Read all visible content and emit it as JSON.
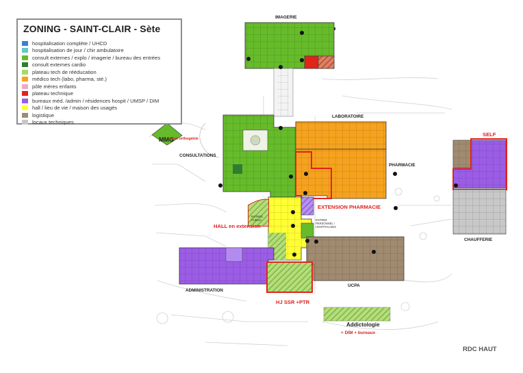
{
  "title": "ZONING - SAINT-CLAIR - Sète",
  "legend": [
    {
      "label": "hospitalisation complète / UHCD",
      "color": "#3a7fd5"
    },
    {
      "label": "hospitalisation de jour / chir ambulatoire",
      "color": "#66c8c8"
    },
    {
      "label": "consult externes / explo / imagerie / bureau des entrées",
      "color": "#66bb2a"
    },
    {
      "label": "consult externes cardio",
      "color": "#2f7d32"
    },
    {
      "label": "plateau tech de rééducation",
      "color": "#a6d96a"
    },
    {
      "label": "médico tech (labo, pharma, sté.)",
      "color": "#f5a21e"
    },
    {
      "label": "pôle mères enfants",
      "color": "#f4a6c8"
    },
    {
      "label": "plateau technique",
      "color": "#e2231a"
    },
    {
      "label": "bureaux méd. /admin / résidences hospit / UMSP / DIM",
      "color": "#9b5de5"
    },
    {
      "label": "hall / lieu de vie / maison des usagés",
      "color": "#ffff33"
    },
    {
      "label": "logistique",
      "color": "#a08a70"
    },
    {
      "label": "locaux techniques",
      "color": "#c8c8c8"
    }
  ],
  "labels": {
    "imagerie": "IMAGERIE",
    "laboratoire": "LABORATOIRE",
    "pharmacie": "PHARMACIE",
    "mmg": "MMG",
    "mmg_sub": "dont orthogénie",
    "consultations": "CONSULTATIONS",
    "extension_pharmacie": "EXTENSION PHARMACIE",
    "hall": "HALL en extension",
    "administration": "ADMINISTRATION",
    "ucpa": "UCPA",
    "hj_ssr": "HJ SSR +PTR",
    "addictologie": "Addictologie",
    "addictologie_sub": "+ DIM + bureaux",
    "self": "SELF",
    "chaufferie": "CHAUFFERIE",
    "rdc": "RDC HAUT",
    "entree_public": "ENTREE PUBLIC",
    "entree_personnel": "ENTREE PERSONNEL / HOSPITALISES"
  }
}
